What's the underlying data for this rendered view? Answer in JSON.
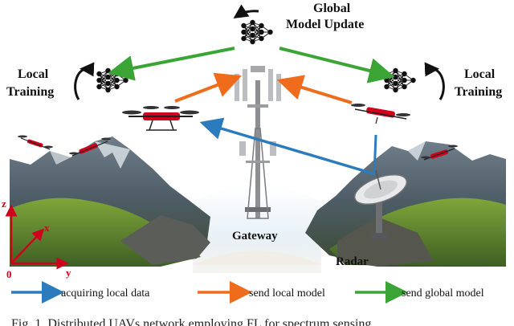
{
  "labels": {
    "global_line1": "Global",
    "global_line2": "Model Update",
    "local_left_line1": "Local",
    "local_left_line2": "Training",
    "local_right_line1": "Local",
    "local_right_line2": "Training",
    "gateway": "Gateway",
    "radar": "Radar"
  },
  "axes": {
    "z": "z",
    "x": "x",
    "y": "y",
    "origin": "0"
  },
  "legend": [
    {
      "label": "acquiring local data",
      "color": "#2b7bbd"
    },
    {
      "label": "send local model",
      "color": "#ef6c1d"
    },
    {
      "label": "send global model",
      "color": "#3aa535"
    }
  ],
  "caption": "Fig. 1.  Distributed UAVs network employing FL for spectrum sensing."
}
